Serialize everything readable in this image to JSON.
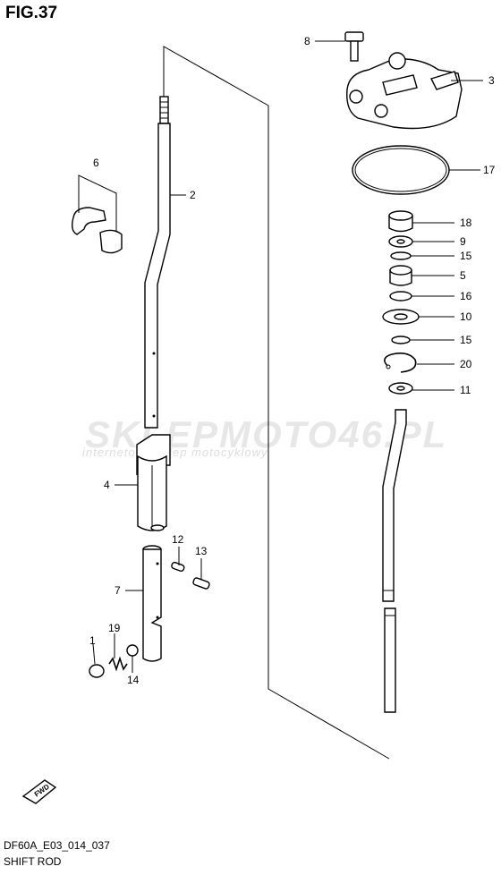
{
  "figure": {
    "title": "FIG.37",
    "code": "DF60A_E03_014_037",
    "caption": "SHIFT ROD"
  },
  "watermark": {
    "brand": "SKLEPMOTO46.PL",
    "tagline": "internetowy sklep motocyklowy"
  },
  "callouts": [
    {
      "id": "c8",
      "label": "8"
    },
    {
      "id": "c3",
      "label": "3"
    },
    {
      "id": "c17",
      "label": "17"
    },
    {
      "id": "c18",
      "label": "18"
    },
    {
      "id": "c9",
      "label": "9"
    },
    {
      "id": "c15a",
      "label": "15"
    },
    {
      "id": "c5",
      "label": "5"
    },
    {
      "id": "c16",
      "label": "16"
    },
    {
      "id": "c10",
      "label": "10"
    },
    {
      "id": "c15b",
      "label": "15"
    },
    {
      "id": "c20",
      "label": "20"
    },
    {
      "id": "c11",
      "label": "11"
    },
    {
      "id": "c6",
      "label": "6"
    },
    {
      "id": "c2",
      "label": "2"
    },
    {
      "id": "c4",
      "label": "4"
    },
    {
      "id": "c12",
      "label": "12"
    },
    {
      "id": "c13",
      "label": "13"
    },
    {
      "id": "c7",
      "label": "7"
    },
    {
      "id": "c1",
      "label": "1"
    },
    {
      "id": "c19",
      "label": "19"
    },
    {
      "id": "c14",
      "label": "14"
    }
  ],
  "fwd_label": "FWD"
}
